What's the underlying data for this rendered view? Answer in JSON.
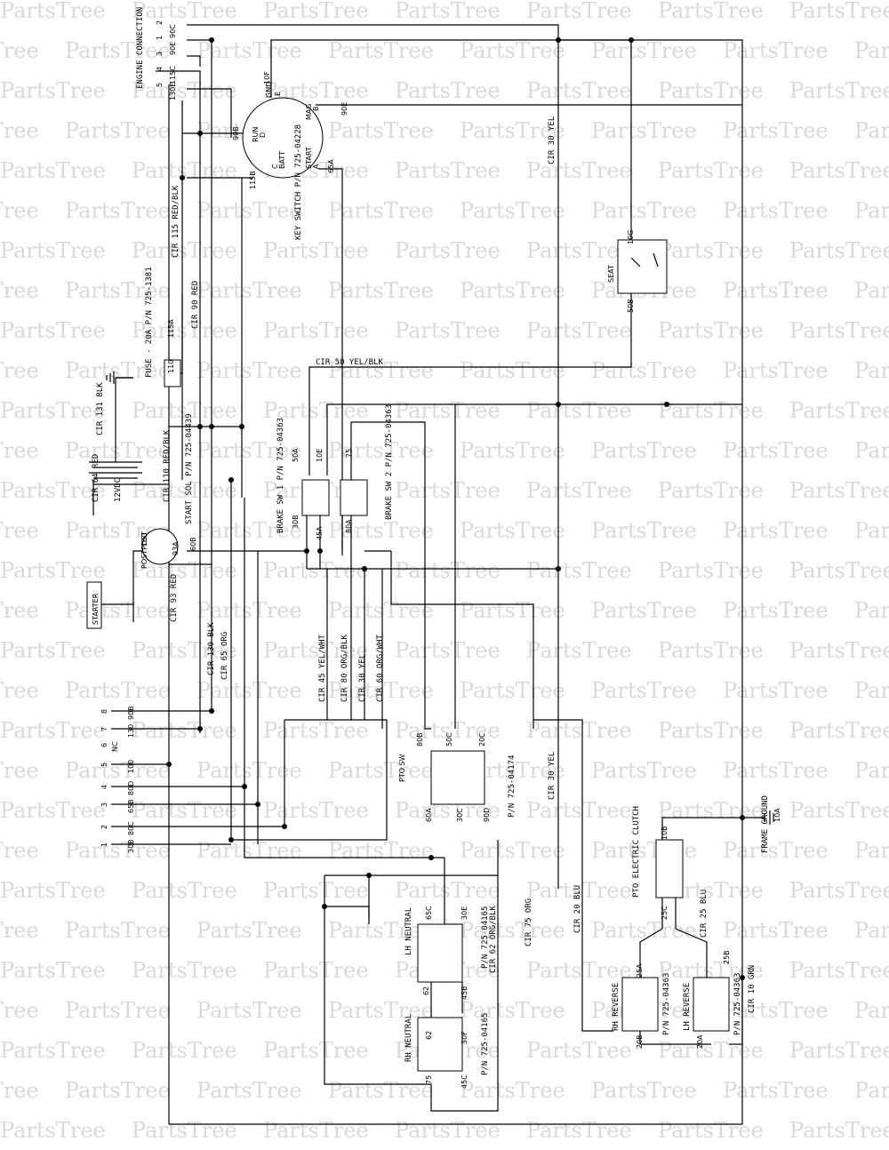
{
  "watermark": "PartsTree",
  "labels": {
    "engine_connection": "ENGINE CONNECTION",
    "key_switch": "KEY SWITCH P/N 725-04228",
    "ks_gnd": "GND",
    "ks_run": "RUN",
    "ks_batt": "BATT",
    "ks_start": "START",
    "ks_mag": "MAG",
    "ks_e": "E",
    "ks_d": "D",
    "ks_c": "C",
    "ks_a": "A",
    "ks_b": "B",
    "fuse": "FUSE - 20A P/N 725-1381",
    "battery": "12VDC",
    "start_sol": "START SOL P/N 725-04439",
    "postpost": "POSTPOST",
    "starter": "STARTER",
    "seat": "SEAT",
    "brake_sw1": "BRAKE SW 1 P/N 725-04363",
    "brake_sw2": "BRAKE SW 2 P/N 725-04363",
    "pto_sw": "PTO SW",
    "pto_sw_pn": "P/N 725-04174",
    "lh_neutral": "LH NEUTRAL",
    "lh_neutral_pn": "P/N 725-04165",
    "rh_neutral": "RH NEUTRAL",
    "rh_neutral_pn": "P/N 725-04165",
    "pto_clutch": "PTO ELECTRIC CLUTCH",
    "rh_reverse": "RH REVERSE",
    "rh_reverse_pn": "P/N 725-04363",
    "lh_reverse": "LH REVERSE",
    "lh_reverse_pn": "P/N 725-04363",
    "frame_ground": "FRAME GROUND",
    "nc": "NC"
  },
  "circuits": {
    "cir115": "CIR 115 RED/BLK",
    "cir90": "CIR 90 RED",
    "cir131": "CIR 131 BLK",
    "cir110": "CIR 110 RED/BLK",
    "cir64": "CIR 64 RED",
    "cir93": "CIR 93 RED",
    "cir130": "CIR 130 BLK",
    "cir65": "CIR 65 ORG",
    "cir45": "CIR 45 YEL/WHT",
    "cir80": "CIR 80 ORG/BLK",
    "cir30a": "CIR 30 YEL",
    "cir60": "CIR 60 ORG/WHT",
    "cir50": "CIR 50 YEL/BLK",
    "cir30b": "CIR 30 YEL",
    "cir30c": "CIR 30 YEL",
    "cir75": "CIR 75 ORG",
    "cir20": "CIR 20 BLU",
    "cir25": "CIR 25 BLU",
    "cir62": "CIR 62 ORG/BLK",
    "cir10": "CIR 10 GRN"
  },
  "terminals": {
    "t90c": "90C",
    "t90e": "90E",
    "t115c": "115C",
    "t130e": "130E",
    "t10f": "10F",
    "t90b": "90B",
    "t115b": "115B",
    "t90e2": "90E",
    "t65a": "65A",
    "t110a": "110",
    "t115a": "115A",
    "t100": "100",
    "t60b": "60B",
    "t93a": "93A",
    "t50a": "50A",
    "t10e": "10E",
    "t30b": "30B",
    "t45a": "45A",
    "t75": "75",
    "t80a": "80A",
    "t10g": "10G",
    "t50b": "50B",
    "t80b": "80B",
    "t50c": "50C",
    "t20c": "20C",
    "t60a": "60A",
    "t30c": "30C",
    "t90d": "90D",
    "t65c": "65C",
    "t30e": "30E",
    "t62a": "62",
    "t45b": "45B",
    "t62b": "62",
    "t30f": "30F",
    "t75b": "75",
    "t45c": "45C",
    "t10b": "10B",
    "t25c": "25C",
    "t25a": "25A",
    "t20b": "20B",
    "t25b": "25B",
    "t20a": "20A",
    "t10a": "10A"
  },
  "harness": {
    "pins": [
      "1",
      "2",
      "3",
      "4",
      "5",
      "6",
      "7",
      "8"
    ],
    "wires": [
      "30B",
      "80C",
      "65B",
      "80D",
      "100",
      "",
      "130",
      "90B"
    ]
  },
  "ks_pins": [
    "2",
    "1",
    "3",
    "4",
    "5"
  ]
}
